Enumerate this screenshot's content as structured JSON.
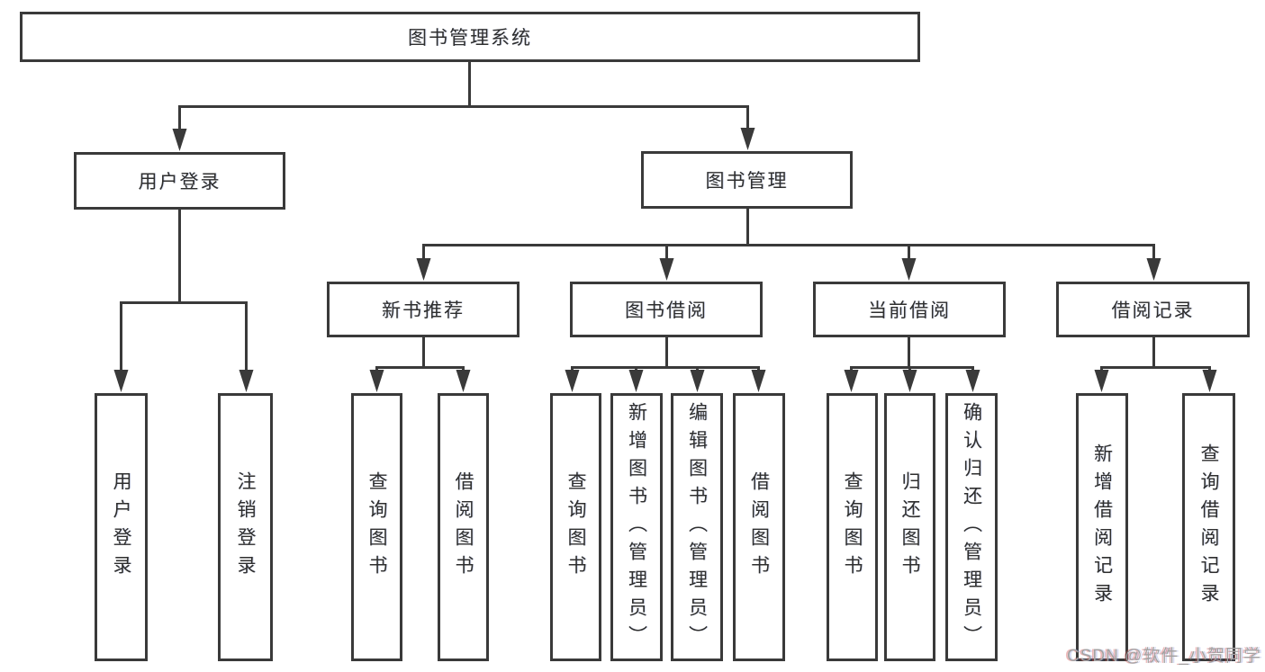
{
  "diagram": {
    "root": {
      "label": "图书管理系统"
    },
    "branches": [
      {
        "label": "用户登录",
        "children": [
          {
            "label": "用户登录"
          },
          {
            "label": "注销登录"
          }
        ]
      },
      {
        "label": "图书管理",
        "children": [
          {
            "label": "新书推荐",
            "children": [
              {
                "label": "查询图书"
              },
              {
                "label": "借阅图书"
              }
            ]
          },
          {
            "label": "图书借阅",
            "children": [
              {
                "label": "查询图书"
              },
              {
                "label": "新增图书（管理员）"
              },
              {
                "label": "编辑图书（管理员）"
              },
              {
                "label": "借阅图书"
              }
            ]
          },
          {
            "label": "当前借阅",
            "children": [
              {
                "label": "查询图书"
              },
              {
                "label": "归还图书"
              },
              {
                "label": "确认归还（管理员）"
              }
            ]
          },
          {
            "label": "借阅记录",
            "children": [
              {
                "label": "新增借阅记录"
              },
              {
                "label": "查询借阅记录"
              }
            ]
          }
        ]
      }
    ]
  },
  "watermark": {
    "text": "CSDN @软件_小贺同学"
  },
  "colors": {
    "line": "#3a3a3a",
    "text": "#2e2e2e",
    "background": "#ffffff",
    "watermark": "#a3a2a2"
  }
}
